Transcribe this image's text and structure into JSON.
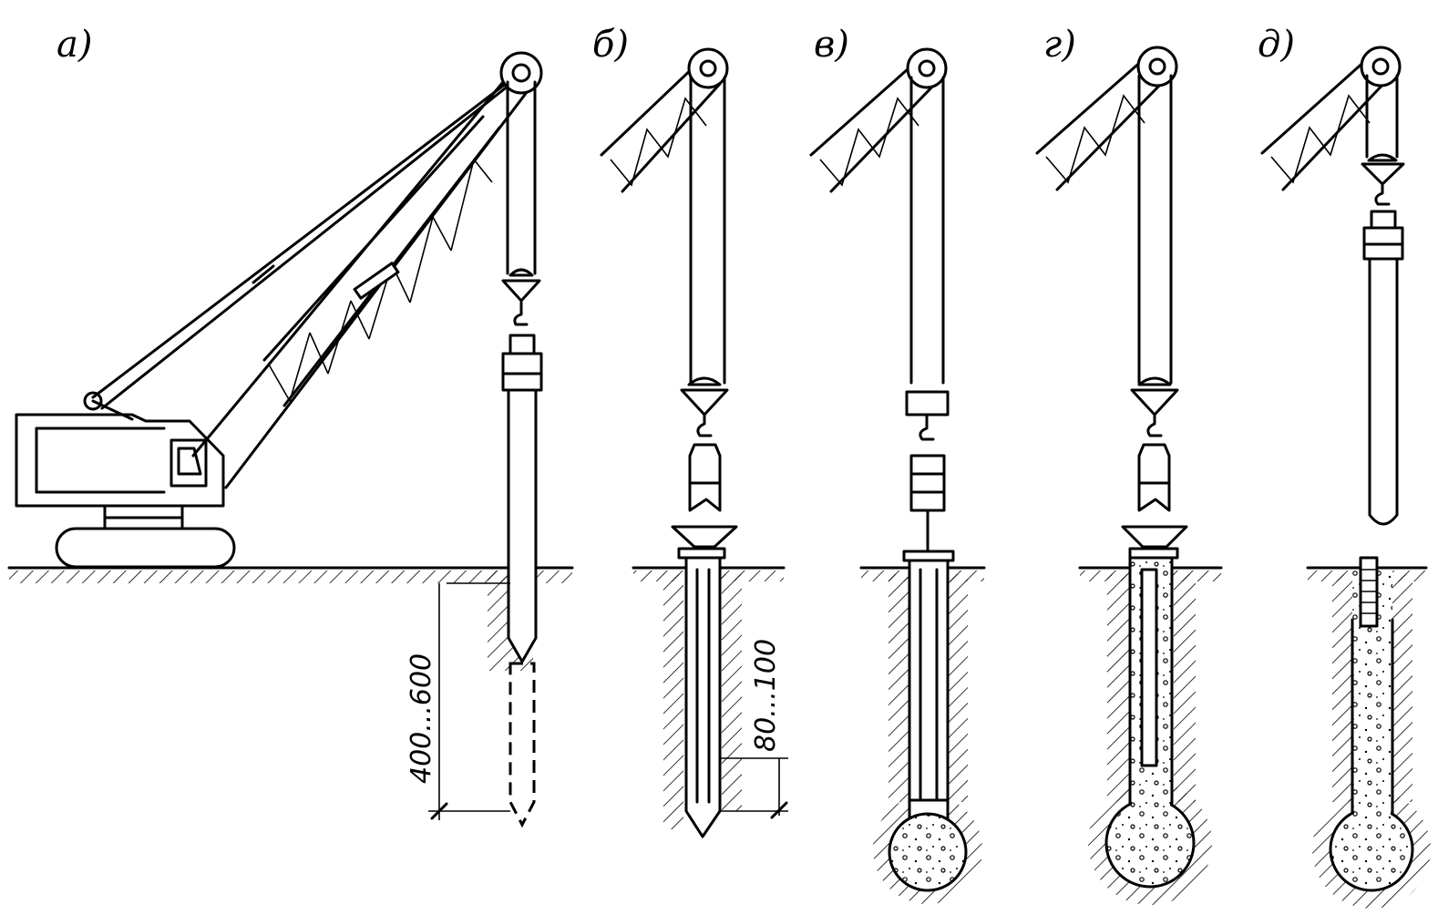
{
  "diagram": {
    "stages": [
      {
        "id": "a",
        "label": "а)"
      },
      {
        "id": "b",
        "label": "б)"
      },
      {
        "id": "v",
        "label": "в)"
      },
      {
        "id": "g",
        "label": "г)"
      },
      {
        "id": "d",
        "label": "д)"
      }
    ],
    "dimensions": {
      "depth_a": "400...600",
      "depth_b": "80...100"
    }
  }
}
